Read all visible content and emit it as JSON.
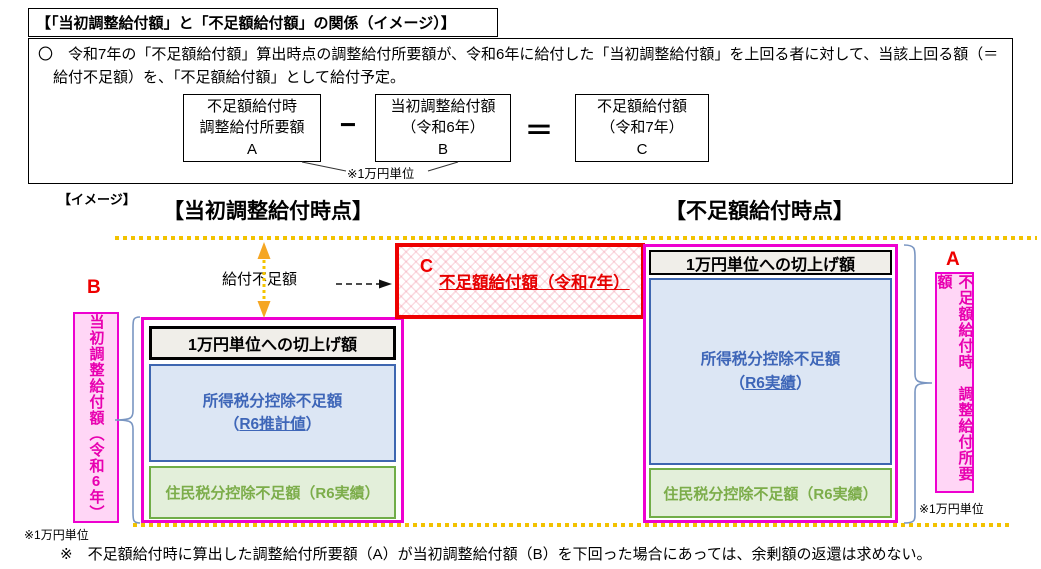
{
  "header": {
    "title": "【「当初調整給付額」と「不足額給付額」の関係（イメージ）】"
  },
  "overview": {
    "text": "〇　令和7年の「不足額給付額」算出時点の調整給付所要額が、令和6年に給付した「当初調整給付額」を上回る者に対して、当該上回る額（＝給付不足額）を、「不足額給付額」として給付予定。"
  },
  "formula": {
    "box_a": {
      "line1": "不足額給付時",
      "line2": "調整給付所要額",
      "label": "A"
    },
    "minus": "−",
    "box_b": {
      "line1": "当初調整給付額",
      "line2": "（令和6年）",
      "label": "B"
    },
    "equals": "＝",
    "box_c": {
      "line1": "不足額給付額",
      "line2": "（令和7年）",
      "label": "C"
    },
    "unit_note": "※1万円単位"
  },
  "diagram": {
    "image_label": "【イメージ】",
    "left_header": "【当初調整給付時点】",
    "right_header": "【不足額給付時点】",
    "left_group": {
      "label": "B",
      "side_box_t1": "当初調整給付額（令和",
      "side_box_num": "6",
      "side_box_t2": "年）",
      "unit_note": "※1万円単位",
      "stack": {
        "rounding": "1万円単位への切上げ額",
        "income_line1": "所得税分控除不足額",
        "income_open": "（",
        "income_underlined": "R6推計値",
        "income_close": "）",
        "resident": "住民税分控除不足額（R6実績）"
      }
    },
    "center": {
      "gap_label": "給付不足額",
      "label": "C",
      "box_text": "不足額給付額（令和7年）"
    },
    "right_group": {
      "label": "A",
      "side_box": "不足額給付時　調整給付所要額",
      "unit_note": "※1万円単位",
      "stack": {
        "rounding": "1万円単位への切上げ額",
        "income_line1": "所得税分控除不足額",
        "income_open": "（",
        "income_underlined": "R6実績",
        "income_close": "）",
        "resident": "住民税分控除不足額（R6実績）"
      }
    },
    "footnote": "※　不足額給付時に算出した調整給付所要額（A）が当初調整給付額（B）を下回った場合にあっては、余剰額の返還は求めない。"
  },
  "colors": {
    "magenta_border": "#EE00D0",
    "pink_fill": "#FFD6F6",
    "pink_text": "#E800B0",
    "red": "#EE0000",
    "blue_border": "#3E66B0",
    "blue_fill": "#DCE6F4",
    "blue_text": "#3E66B8",
    "green_border": "#70AD47",
    "green_fill": "#E3EFDA",
    "green_text": "#7CAD4A",
    "gold_dots": "#F2C200",
    "brace": "#7A96C2",
    "header_fill": "#F0EEE9"
  }
}
